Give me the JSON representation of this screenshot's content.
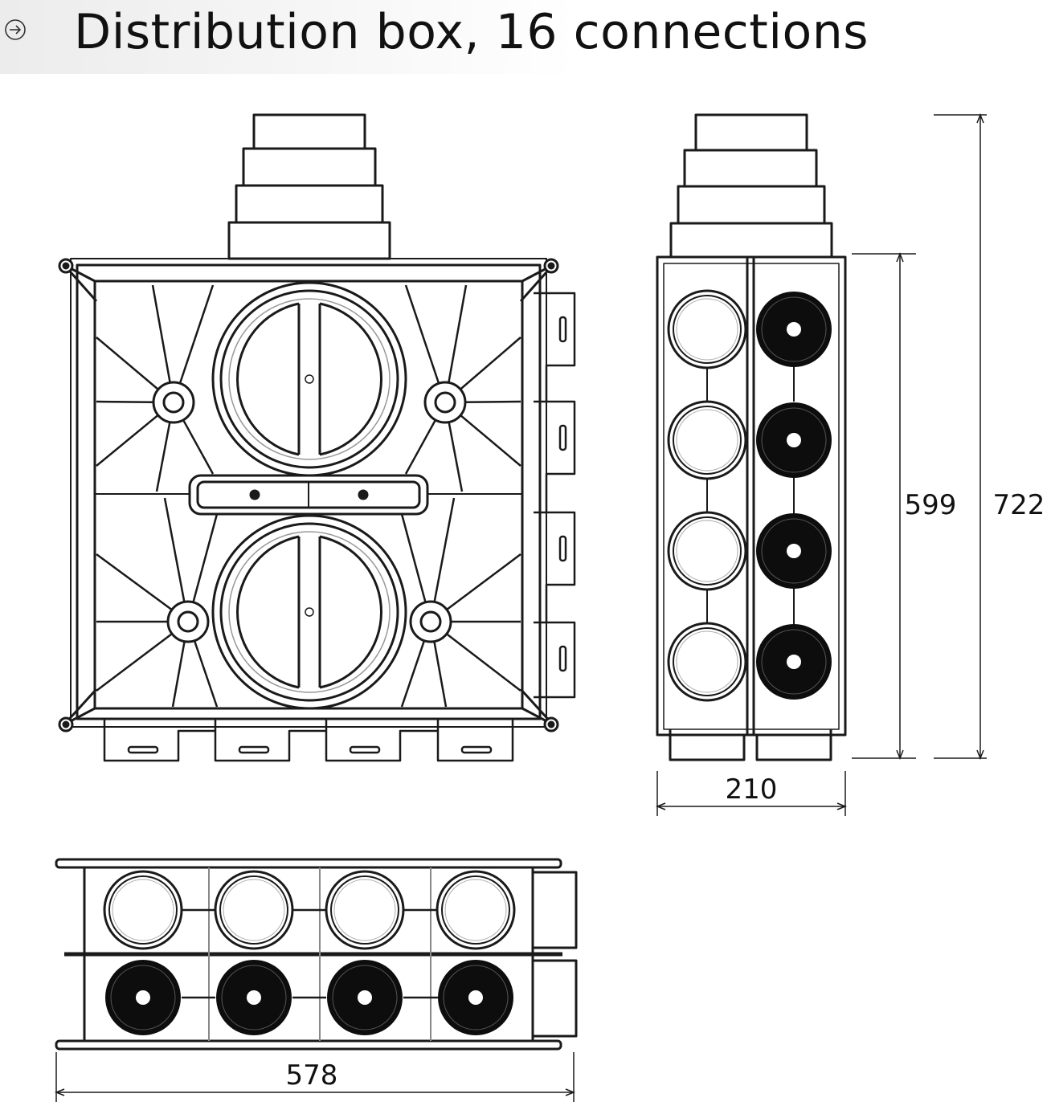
{
  "header": {
    "title": "Distribution box, 16 connections",
    "icon": "arrow-circle-right-icon"
  },
  "dimensions": {
    "height_body": "599",
    "height_total": "722",
    "depth": "210",
    "width": "578"
  },
  "colors": {
    "line": "#1a1a1a",
    "plug_fill": "#0d0d0d",
    "background": "#ffffff"
  }
}
